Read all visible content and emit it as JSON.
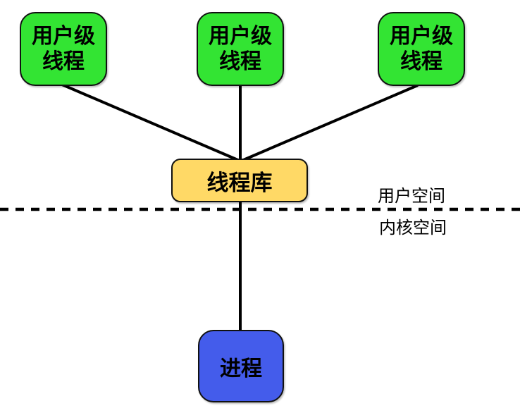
{
  "diagram": {
    "nodes": {
      "user_thread_1": {
        "label": "用户级\n线程"
      },
      "user_thread_2": {
        "label": "用户级\n线程"
      },
      "user_thread_3": {
        "label": "用户级\n线程"
      },
      "thread_library": {
        "label": "线程库"
      },
      "process": {
        "label": "进程"
      }
    },
    "region_labels": {
      "user_space": "用户空间",
      "kernel_space": "内核空间"
    },
    "colors": {
      "user_thread_fill": "#33e433",
      "thread_library_fill": "#ffd966",
      "process_fill": "#445ceb",
      "line_color": "#000000",
      "border_color": "#111111"
    }
  }
}
